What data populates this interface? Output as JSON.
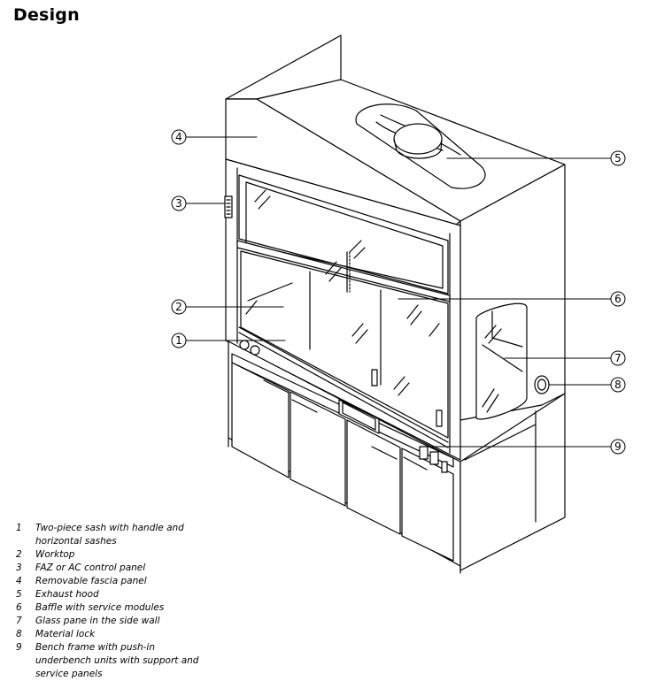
{
  "title": "Design",
  "callouts": [
    {
      "id": "1",
      "label": "1"
    },
    {
      "id": "2",
      "label": "2"
    },
    {
      "id": "3",
      "label": "3"
    },
    {
      "id": "4",
      "label": "4"
    },
    {
      "id": "5",
      "label": "5"
    },
    {
      "id": "6",
      "label": "6"
    },
    {
      "id": "7",
      "label": "7"
    },
    {
      "id": "8",
      "label": "8"
    },
    {
      "id": "9",
      "label": "9"
    }
  ],
  "legend": [
    {
      "num": "1",
      "text": "Two-piece sash with handle and horizontal sashes"
    },
    {
      "num": "2",
      "text": "Worktop"
    },
    {
      "num": "3",
      "text": "FAZ or AC control panel"
    },
    {
      "num": "4",
      "text": "Removable fascia panel"
    },
    {
      "num": "5",
      "text": "Exhaust hood"
    },
    {
      "num": "6",
      "text": "Baffle with service modules"
    },
    {
      "num": "7",
      "text": "Glass pane in the side wall"
    },
    {
      "num": "8",
      "text": "Material lock"
    },
    {
      "num": "9",
      "text": "Bench frame with push-in underbench units with support and service panels"
    }
  ]
}
